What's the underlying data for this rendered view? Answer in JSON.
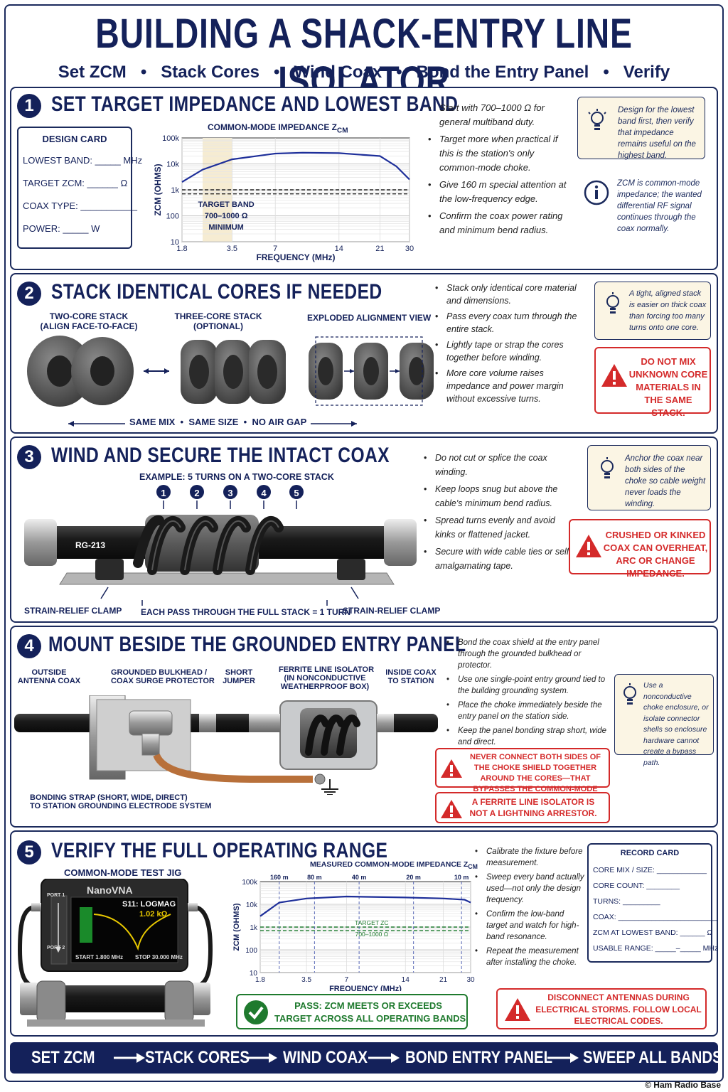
{
  "title": "BUILDING A SHACK-ENTRY LINE ISOLATOR",
  "subtitle": [
    "Set ZCM",
    "•",
    "Stack Cores",
    "•",
    "Wind Coax",
    "•",
    "Bond the Entry Panel",
    "•",
    "Verify"
  ],
  "s1": {
    "num": "1",
    "title": "SET TARGET IMPEDANCE AND LOWEST BAND",
    "card": {
      "title": "DESIGN CARD",
      "rows": [
        "LOWEST BAND: _____ MHz",
        "TARGET ZCM: ______ Ω",
        "COAX TYPE: ___________",
        "POWER: _____ W"
      ]
    },
    "chart_title": "COMMON-MODE IMPEDANCE Z",
    "chart_title_sub": "CM",
    "ylabel": "Z",
    "ylabel_sub": "CM",
    "ylabel_unit": "(OHMS)",
    "xlabel": "FREQUENCY (MHz)",
    "band_label": [
      "TARGET BAND",
      "700–1000 Ω",
      "MINIMUM"
    ],
    "bullets": [
      "Start with 700–1000 Ω for general multiband duty.",
      "Target more when practical if this is the station's only common-mode choke.",
      "Give 160 m special attention at the low-frequency edge.",
      "Confirm the coax power rating and minimum bend radius."
    ],
    "tip": "Design for the lowest band first, then verify that impedance remains useful on the highest band.",
    "info": "ZCM is common-mode impedance; the wanted differential RF signal continues through the coax normally."
  },
  "chart_data": [
    {
      "type": "line",
      "title": "COMMON-MODE IMPEDANCE ZCM",
      "xlabel": "FREQUENCY (MHz)",
      "ylabel": "ZCM (OHMS)",
      "x_ticks": [
        "1.8",
        "3.5",
        "7",
        "14",
        "21",
        "30"
      ],
      "y_ticks": [
        "10",
        "100",
        "1k",
        "10k",
        "100k"
      ],
      "ylim": [
        10,
        100000
      ],
      "xlim": [
        1.8,
        30
      ],
      "yscale": "log",
      "series": [
        {
          "x": [
            1.8,
            2.5,
            3.5,
            7,
            10,
            14,
            21,
            26,
            30
          ],
          "y": [
            2000,
            6000,
            15000,
            25000,
            27000,
            26000,
            20000,
            8000,
            2500
          ]
        }
      ],
      "reference_lines": [
        1000,
        700
      ],
      "shaded_band": [
        2.5,
        3.5
      ]
    },
    {
      "type": "line",
      "title": "MEASURED COMMON-MODE IMPEDANCE ZCM",
      "xlabel": "FREQUENCY (MHz)",
      "ylabel": "ZCM (OHMS)",
      "x_ticks": [
        "1.8",
        "3.5",
        "7",
        "14",
        "21",
        "30"
      ],
      "y_ticks": [
        "10",
        "100",
        "1k",
        "10k",
        "100k"
      ],
      "ylim": [
        10,
        100000
      ],
      "xlim": [
        1.8,
        30
      ],
      "yscale": "log",
      "band_markers": [
        "160 m",
        "80 m",
        "40 m",
        "20 m",
        "10 m"
      ],
      "series": [
        {
          "x": [
            1.8,
            2.5,
            3.5,
            7,
            14,
            21,
            28,
            30
          ],
          "y": [
            3000,
            12000,
            18000,
            22000,
            20000,
            18000,
            16000,
            12000
          ]
        }
      ],
      "reference_lines": [
        1000,
        700
      ]
    }
  ],
  "s2": {
    "num": "2",
    "title": "STACK IDENTICAL CORES IF NEEDED",
    "cap1": [
      "TWO-CORE STACK",
      "(ALIGN FACE-TO-FACE)"
    ],
    "cap2": [
      "THREE-CORE STACK",
      "(OPTIONAL)"
    ],
    "cap3": "EXPLODED ALIGNMENT VIEW",
    "bottom": [
      "SAME MIX",
      "•",
      "SAME SIZE",
      "•",
      "NO AIR GAP"
    ],
    "bullets": [
      "Stack only identical core material and dimensions.",
      "Pass every coax turn through the entire stack.",
      "Lightly tape or strap the cores together before winding.",
      "More core volume raises impedance and power margin without excessive turns."
    ],
    "tip": "A tight, aligned stack is easier on thick coax than forcing too many turns onto one core.",
    "warn": "DO NOT MIX UNKNOWN CORE MATERIALS IN THE SAME STACK."
  },
  "s3": {
    "num": "3",
    "title": "WIND AND SECURE THE INTACT COAX",
    "example": "EXAMPLE: 5 TURNS ON A TWO-CORE STACK",
    "turns": [
      "1",
      "2",
      "3",
      "4",
      "5"
    ],
    "coax_label": "RG-213",
    "clamp_l": "STRAIN-RELIEF CLAMP",
    "clamp_r": "STRAIN-RELIEF CLAMP",
    "pass": "EACH PASS THROUGH THE FULL STACK = 1 TURN",
    "bullets": [
      "Do not cut or splice the coax winding.",
      "Keep loops snug but above the cable's minimum bend radius.",
      "Spread turns evenly and avoid kinks or flattened jacket.",
      "Secure with wide cable ties or self-amalgamating tape."
    ],
    "tip": "Anchor the coax near both sides of the choke so cable weight never loads the winding.",
    "warn": "CRUSHED OR KINKED COAX CAN OVERHEAT, ARC OR CHANGE IMPEDANCE."
  },
  "s4": {
    "num": "4",
    "title": "MOUNT BESIDE THE GROUNDED ENTRY PANEL",
    "l1": [
      "OUTSIDE",
      "ANTENNA COAX"
    ],
    "l2": [
      "GROUNDED BULKHEAD /",
      "COAX SURGE PROTECTOR"
    ],
    "l3": [
      "SHORT",
      "JUMPER"
    ],
    "l4": [
      "FERRITE LINE ISOLATOR",
      "(IN NONCONDUCTIVE",
      "WEATHERPROOF BOX)"
    ],
    "l5": [
      "INSIDE COAX",
      "TO STATION"
    ],
    "l6": [
      "BONDING STRAP (SHORT, WIDE, DIRECT)",
      "TO STATION GROUNDING ELECTRODE SYSTEM"
    ],
    "bullets": [
      "Bond the coax shield at the entry panel through the grounded bulkhead or protector.",
      "Use one single-point entry ground tied to the building grounding system.",
      "Place the choke immediately beside the entry panel on the station side.",
      "Keep the panel bonding strap short, wide and direct."
    ],
    "tip": "Use a nonconductive choke enclosure, or isolate connector shells so enclosure hardware cannot create a bypass path.",
    "warn1": "NEVER CONNECT BOTH SIDES OF THE CHOKE SHIELD TOGETHER AROUND THE CORES—THAT BYPASSES THE COMMON-MODE IMPEDANCE.",
    "warn2": "A FERRITE LINE ISOLATOR IS NOT A LIGHTNING ARRESTOR."
  },
  "s5": {
    "num": "5",
    "title": "VERIFY THE FULL OPERATING RANGE",
    "jig": "COMMON-MODE TEST JIG",
    "vna": {
      "name": "NanoVNA",
      "trace": "S11: LOGMAG",
      "value": "1.02 kΩ",
      "start": "START 1.800 MHz",
      "stop": "STOP 30.000 MHz",
      "port1": "PORT 1",
      "port2": "PORT 2"
    },
    "chart_title": "MEASURED COMMON-MODE IMPEDANCE Z",
    "chart_title_sub": "CM",
    "target": [
      "TARGET Z",
      "C",
      "700–1000 Ω"
    ],
    "pass": [
      "PASS: ZCM MEETS OR EXCEEDS",
      "TARGET ACROSS ALL OPERATING BANDS."
    ],
    "bullets": [
      "Calibrate the fixture before measurement.",
      "Sweep every band actually used—not only the design frequency.",
      "Confirm the low-band target and watch for high-band resonance.",
      "Repeat the measurement after installing the choke."
    ],
    "card": {
      "title": "RECORD CARD",
      "rows": [
        "CORE MIX / SIZE: ____________",
        "CORE COUNT: ________",
        "TURNS: _________",
        "COAX: ________________________",
        "ZCM AT LOWEST BAND: ______ Ω",
        "USABLE RANGE: _____–_____ MHz"
      ]
    },
    "warn": "DISCONNECT ANTENNAS DURING ELECTRICAL STORMS. FOLLOW LOCAL ELECTRICAL CODES."
  },
  "footer": [
    "SET ZCM",
    "STACK CORES",
    "WIND COAX",
    "BOND ENTRY PANEL",
    "SWEEP ALL BANDS"
  ],
  "copyright": "© Ham Radio Base",
  "colors": {
    "navy": "#14215a",
    "red": "#d42a2a",
    "tip_bg": "#fbf5e4",
    "trace": "#1e2f9a",
    "target": "#1f7a2e"
  }
}
